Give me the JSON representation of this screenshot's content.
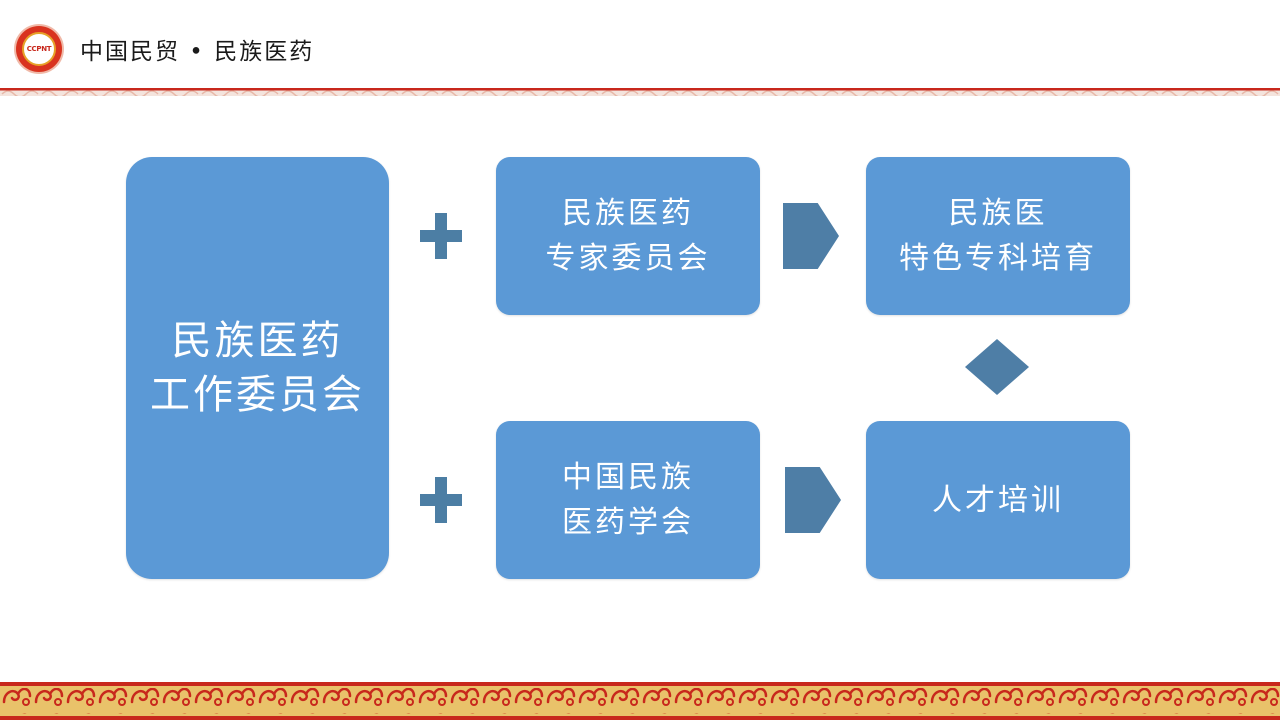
{
  "header": {
    "logo_text": "CCPNT",
    "brand": "中国民贸 • 民族医药"
  },
  "colors": {
    "box_fill": "#5b99d6",
    "connector": "#4e7ea6",
    "border_red": "#c8281c",
    "border_gold": "#e9c26a"
  },
  "diagram": {
    "main": {
      "lines": [
        "民族医药",
        "工作委员会"
      ]
    },
    "expert_committee": {
      "lines": [
        "民族医药",
        "专家委员会"
      ]
    },
    "specialty_cultivation": {
      "lines": [
        "民族医",
        "特色专科培育"
      ]
    },
    "society": {
      "lines": [
        "中国民族",
        "医药学会"
      ]
    },
    "talent_training": {
      "lines": [
        "人才培训"
      ]
    }
  }
}
